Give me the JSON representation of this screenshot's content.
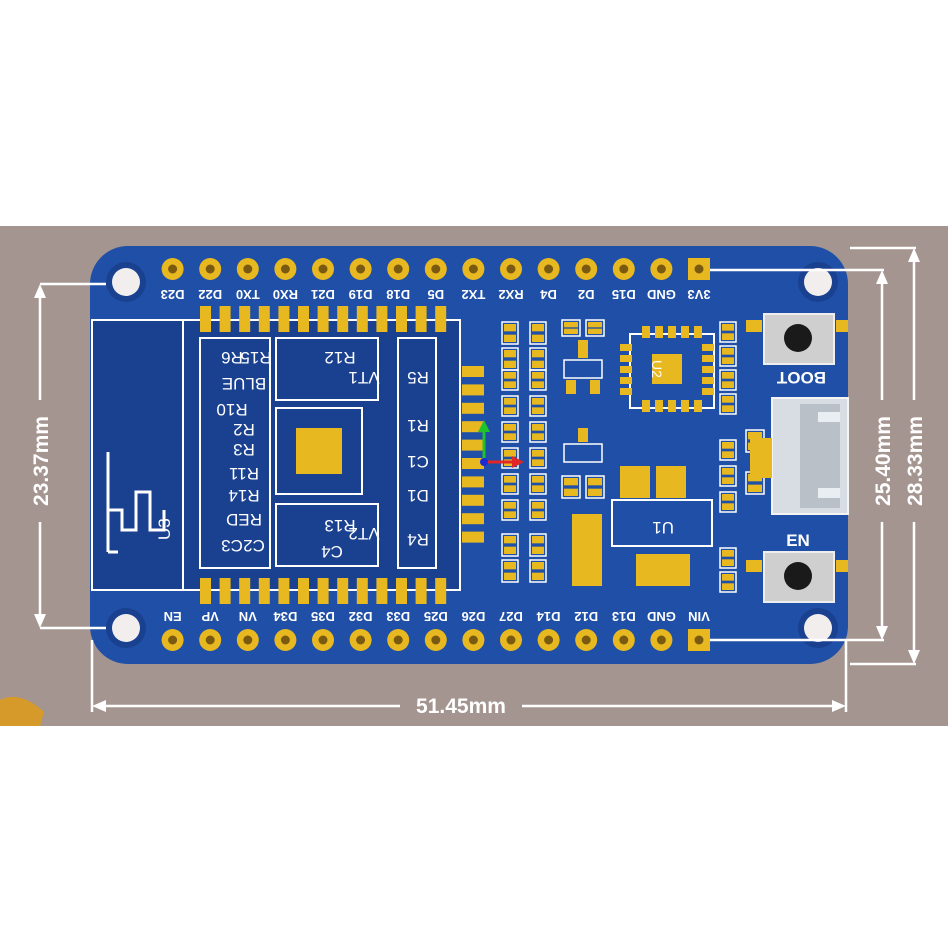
{
  "dimensions": {
    "width_label": "51.45mm",
    "height_outer_label": "28.33mm",
    "height_inner_label": "25.40mm",
    "hole_spacing_label": "23.37mm"
  },
  "top_pins": [
    "3V3",
    "GND",
    "D15",
    "D2",
    "D4",
    "RX2",
    "TX2",
    "D5",
    "D18",
    "D19",
    "D21",
    "RX0",
    "TX0",
    "D22",
    "D23"
  ],
  "bottom_pins": [
    "VIN",
    "GND",
    "D13",
    "D12",
    "D14",
    "D27",
    "D26",
    "D25",
    "D33",
    "D32",
    "D35",
    "D34",
    "VN",
    "VP",
    "EN"
  ],
  "silkscreen": {
    "module": "U3",
    "regulator": "U1",
    "chip": "U2",
    "boot_button": "BOOT",
    "en_button": "EN",
    "left_col": [
      "R6",
      "R15",
      "BLUE",
      "R10",
      "R2",
      "R3",
      "R11",
      "R14",
      "RED",
      "C3",
      "C2"
    ],
    "transistor_top": [
      "VT1",
      "R12"
    ],
    "transistor_bottom": [
      "VT2",
      "R13",
      "C4"
    ],
    "right_col": [
      "R5",
      "R1",
      "C1",
      "D1",
      "R4"
    ]
  },
  "colors": {
    "background": "#d9cfcf",
    "board": "#1f4fa6",
    "pad": "#e8b820",
    "silk": "#ffffff"
  }
}
